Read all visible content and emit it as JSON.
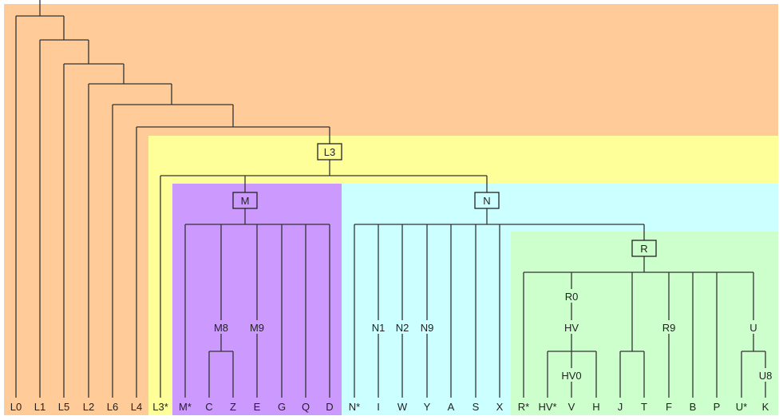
{
  "colors": {
    "L": "#FFCC99",
    "L3": "#FFFF99",
    "M": "#CC99FF",
    "N": "#CCFFFF",
    "R": "#CCFFCC",
    "line": "#333333"
  },
  "boxes": {
    "L3": "L3",
    "M": "M",
    "N": "N",
    "R": "R"
  },
  "leaves": [
    "L0",
    "L1",
    "L5",
    "L2",
    "L6",
    "L4",
    "L3*",
    "M*",
    "C",
    "Z",
    "E",
    "G",
    "Q",
    "D",
    "N*",
    "I",
    "W",
    "Y",
    "A",
    "S",
    "X",
    "R*",
    "HV*",
    "V",
    "H",
    "J",
    "T",
    "F",
    "B",
    "P",
    "U*",
    "K"
  ],
  "inner_labels": {
    "M8": "M8",
    "M9": "M9",
    "N1": "N1",
    "N2": "N2",
    "N9": "N9",
    "R0": "R0",
    "HV": "HV",
    "HV0": "HV0",
    "R9": "R9",
    "U": "U",
    "U8": "U8"
  }
}
